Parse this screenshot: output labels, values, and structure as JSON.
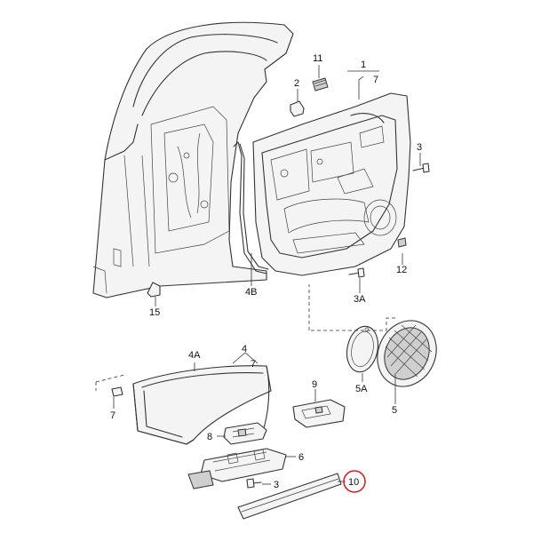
{
  "callouts": {
    "c1": "1",
    "c1sub": "7",
    "c2": "2",
    "c3a": "3",
    "c3b": "3",
    "c3c": "3A",
    "c4": "4",
    "c4sub": "7",
    "c4a": "4A",
    "c4b": "4B",
    "c5": "5",
    "c5a": "5A",
    "c6": "6",
    "c7": "7",
    "c8": "8",
    "c9": "9",
    "c10": "10",
    "c11": "11",
    "c12": "12",
    "c15": "15"
  },
  "colors": {
    "highlight": "#d22222",
    "line": "#333333"
  }
}
